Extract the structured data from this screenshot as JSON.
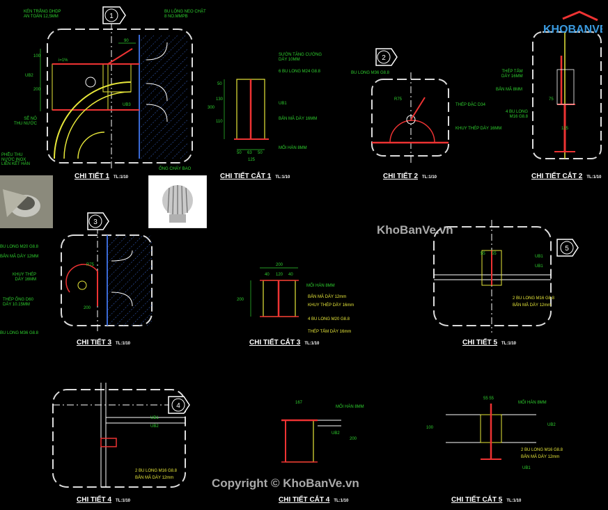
{
  "logo": {
    "text": "KHOBANVE"
  },
  "watermark": "KhoBanVe.vn",
  "copyright": "Copyright © KhoBanVe.vn",
  "callouts": {
    "c1": "1",
    "c2": "2",
    "c3": "3",
    "c4": "4",
    "c5": "5"
  },
  "titles": {
    "ct1": {
      "name": "CHI TIẾT 1",
      "scale": "TL:1/10"
    },
    "cc1": {
      "name": "CHI TIẾT CẮT 1",
      "scale": "TL:1/10"
    },
    "ct2": {
      "name": "CHI TIẾT 2",
      "scale": "TL:1/10"
    },
    "cc2": {
      "name": "CHI TIẾT CẮT 2",
      "scale": "TL:1/10"
    },
    "ct3": {
      "name": "CHI TIẾT 3",
      "scale": "TL:1/10"
    },
    "cc3": {
      "name": "CHI TIẾT CẮT 3",
      "scale": "TL:1/10"
    },
    "ct5": {
      "name": "CHI TIẾT 5",
      "scale": "TL:1/10"
    },
    "ct4": {
      "name": "CHI TIẾT 4",
      "scale": "TL:1/10"
    },
    "cc4": {
      "name": "CHI TIẾT CẮT 4",
      "scale": "TL:1/10"
    },
    "cc5": {
      "name": "CHI TIẾT CẮT 5",
      "scale": "TL:1/10"
    }
  },
  "detail1": {
    "l1": "KÉN TRẮNG DHDP",
    "l2": "AN TOÀN 12,5MM",
    "r1": "BU LÔNG NEO CHẶT",
    "r2": "8 NO.MMPB",
    "ub2": "UB2",
    "ub3": "UB3",
    "seno1": "SÊ NÔ",
    "seno2": "THU NƯỚC",
    "pheu1": "PHỄU THU",
    "pheu2": "NƯỚC INOX",
    "pheu3": "LIÊN KẾT HÀN",
    "bottom": "ỐNG CHÁY BAO",
    "dim_100": "100",
    "dim_200": "200",
    "dim_90": "90",
    "dim_slope": "i=1%"
  },
  "section1": {
    "l1": "SƯỜN TĂNG CƯỜNG",
    "l2": "DÀY 10MM",
    "l3": "6 BU LONG M24 G8.8",
    "l4": "UB1",
    "l5": "BẢN MÃ DÀY 16MM",
    "l6": "MỐI HÀN 8MM",
    "d300": "300",
    "d50": "50",
    "d130": "130",
    "d110": "110",
    "b1": "50",
    "b2": "63",
    "b3": "50",
    "b4": "125"
  },
  "detail2": {
    "l1": "BU LONG M36 G8.8",
    "l2": "THÉP ĐẶC D34",
    "l3": "KHUY THÉP DÀY 16MM",
    "d1": "R75"
  },
  "section2": {
    "l1": "THÉP TẤM",
    "l2": "DÀY 16MM",
    "l3": "BẢN MÃ 8MM",
    "l4": "4 BU LONG",
    "l5": "M16 G8.8",
    "d1": "75",
    "d2": "125"
  },
  "detail3": {
    "l1": "BU LONG M20 G8.8",
    "l2": "BẢN MÃ DÀY 12MM",
    "l3": "KHUY THÉP",
    "l4": "DÀY 16MM",
    "l5": "THÉP ỐNG D60",
    "l6": "DÀY 10.15MM",
    "l7": "BU LONG M36 G8.8",
    "d1": "R75",
    "d2": "200"
  },
  "section3": {
    "top": "200",
    "t1": "40",
    "t2": "120",
    "t3": "40",
    "l1": "MỐI HÀN 8MM",
    "l2": "BẢN MÃ DÀY 12mm",
    "l3": "KHUY THÉP DÀY 16mm",
    "l4": "4 BU LONG M20 G8.8",
    "l5": "THÉP TẤM DÀY 16mm",
    "side": "200"
  },
  "detail5": {
    "ub1a": "UB1",
    "ub1b": "UB1",
    "l1": "2 BU LONG M16 G8.8",
    "l2": "BẢN MÃ DÀY 12mm",
    "d1": "55",
    "d2": "55"
  },
  "detail4": {
    "ub1": "UB1",
    "ub2": "UB2",
    "l1": "2 BU LONG M16 G8.8",
    "l2": "BẢN MÃ DÀY 12mm"
  },
  "section4": {
    "top": "167",
    "l1": "MỐI HÀN 8MM",
    "ub2": "UB2",
    "side": "200"
  },
  "section5": {
    "top": "55 55",
    "l1": "MỐI HÀN 8MM",
    "ub2": "UB2",
    "l2": "2 BU LONG M16 G8.8",
    "l3": "BẢN MÃ DÀY 12mm",
    "ub1": "UB1",
    "side": "100"
  }
}
